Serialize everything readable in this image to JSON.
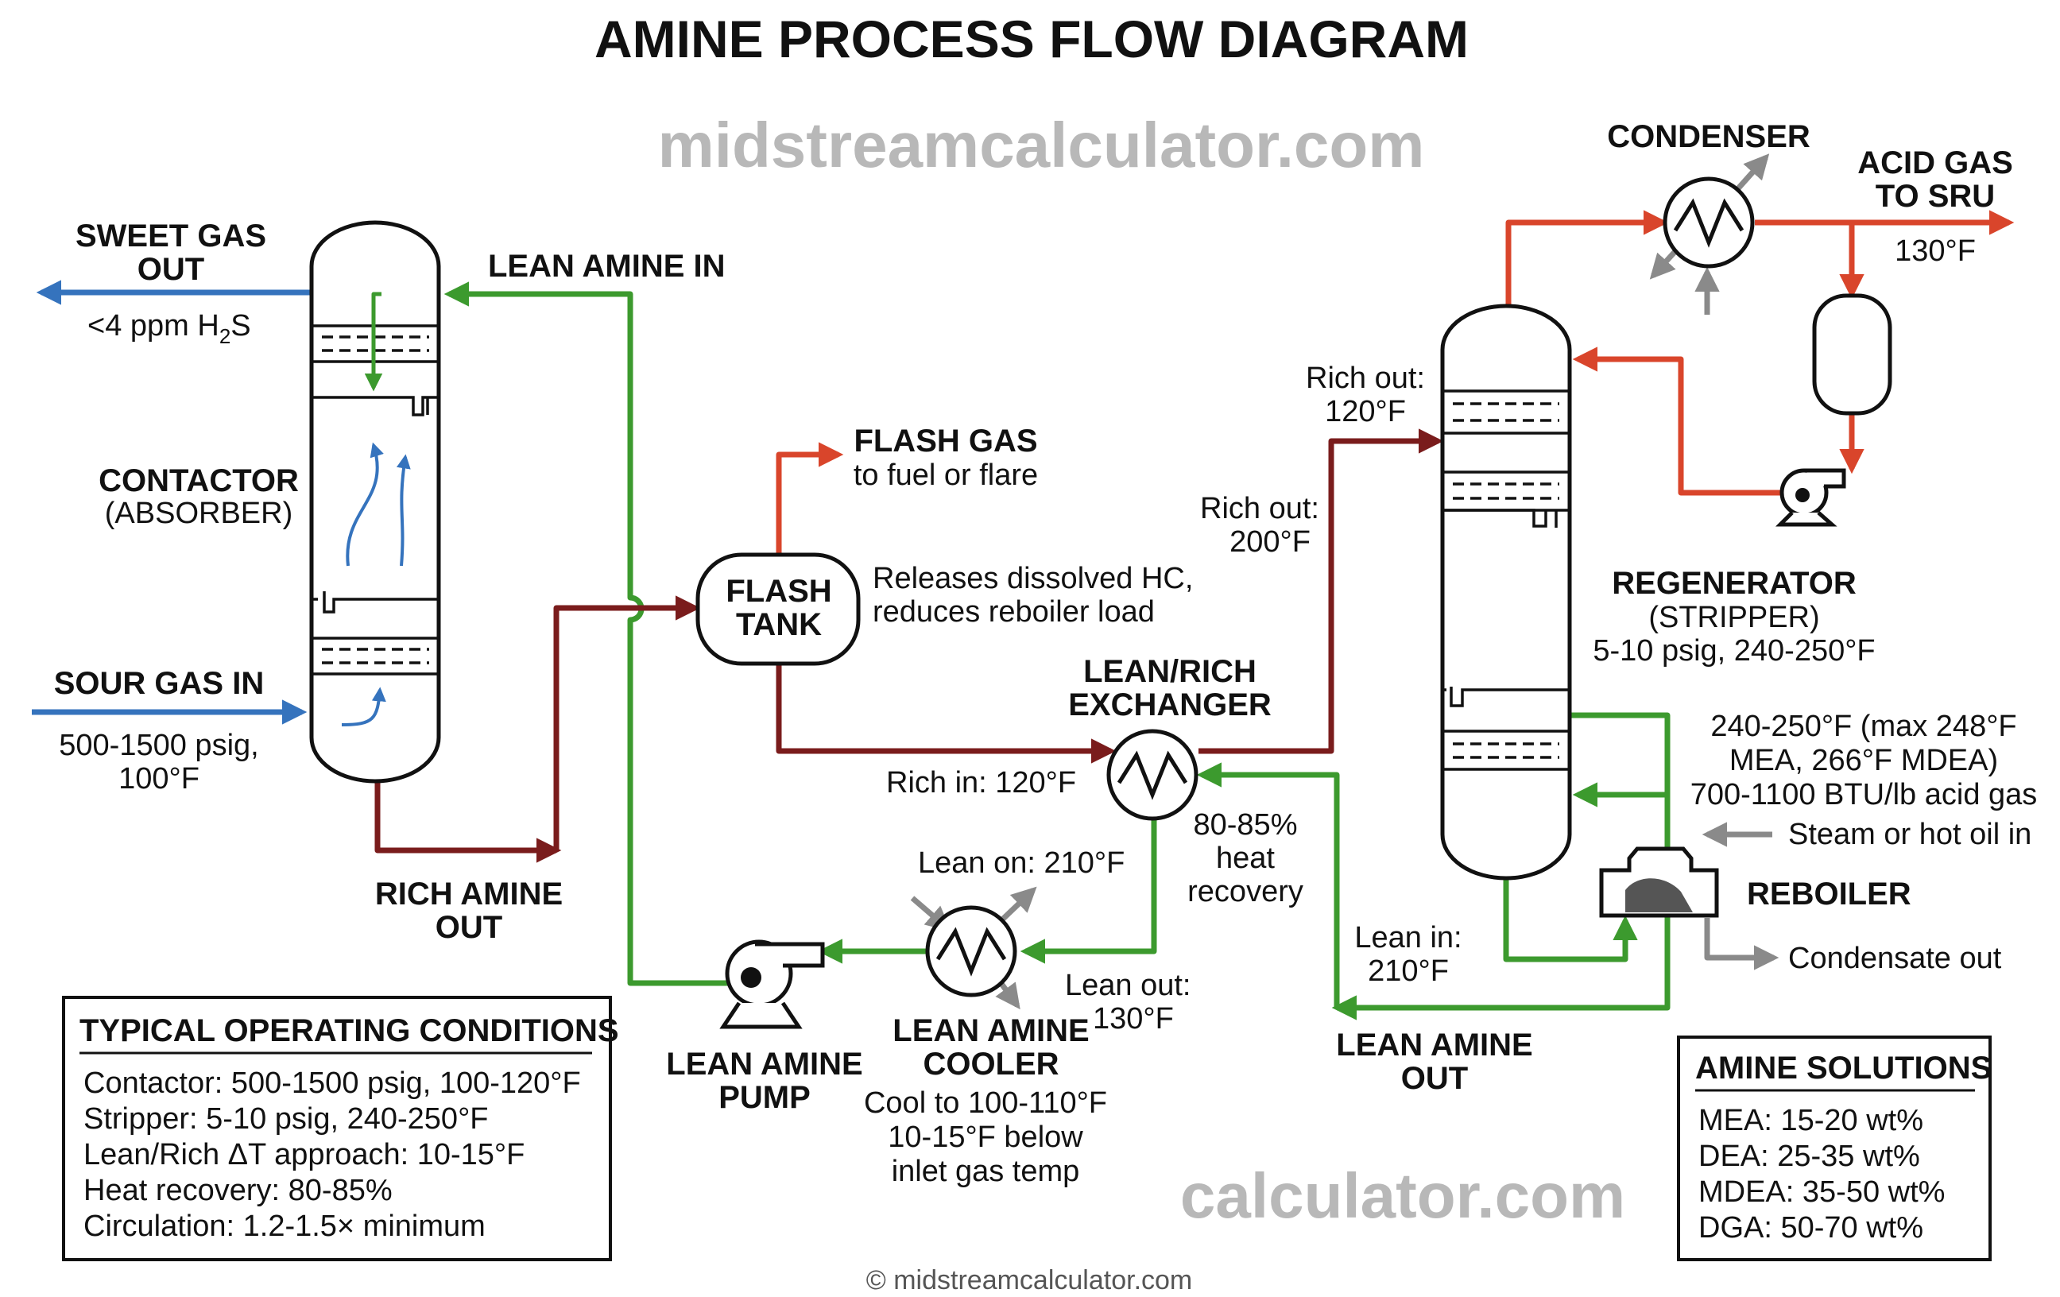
{
  "title": "AMINE PROCESS FLOW DIAGRAM",
  "watermarks": {
    "top": "midstreamcalculator.com",
    "bottom": "calculator.com",
    "footer": "© midstreamcalculator.com"
  },
  "colors": {
    "acid_gas": "#d9452b",
    "lean_amine": "#3c9a2e",
    "gas": "#3573bd",
    "rich_amine": "#7a1c1c",
    "utility": "#8a8a8a"
  },
  "contactor": {
    "sweet_gas_line1": "SWEET GAS",
    "sweet_gas_line2": "OUT",
    "sweet_gas_spec": "<4 ppm H",
    "sweet_gas_sub": "2",
    "sweet_gas_spec_end": "S",
    "lean_amine_in": "LEAN AMINE IN",
    "name_line1": "CONTACTOR",
    "name_line2": "(ABSORBER)",
    "sour_gas_in": "SOUR GAS IN",
    "sour_gas_spec1": "500-1500 psig,",
    "sour_gas_spec2": "100°F",
    "rich_amine_line1": "RICH AMINE",
    "rich_amine_line2": "OUT"
  },
  "flash_tank": {
    "name_line1": "FLASH",
    "name_line2": "TANK",
    "gas_line1": "FLASH GAS",
    "gas_line2": "to fuel or flare",
    "note_line1": "Releases dissolved HC,",
    "note_line2": "reduces reboiler load"
  },
  "exchanger": {
    "name_line1": "LEAN/RICH",
    "name_line2": "EXCHANGER",
    "rich_in": "Rich in: 120°F",
    "recovery_line1": "80-85%",
    "recovery_line2": "heat",
    "recovery_line3": "recovery",
    "lean_on": "Lean on: 210°F",
    "lean_out_line1": "Lean out:",
    "lean_out_line2": "130°F"
  },
  "cooler": {
    "name_line1": "LEAN AMINE",
    "name_line2": "COOLER",
    "note_line1": "Cool to 100-110°F",
    "note_line2": "10-15°F below",
    "note_line3": "inlet gas temp"
  },
  "pump": {
    "name_line1": "LEAN AMINE",
    "name_line2": "PUMP"
  },
  "regenerator": {
    "rich_out_a1": "Rich out:",
    "rich_out_a2": "120°F",
    "rich_out_b1": "Rich out:",
    "rich_out_b2": "200°F",
    "name_line1": "REGENERATOR",
    "name_line2": "(STRIPPER)",
    "name_line3": "5-10 psig, 240-250°F",
    "condenser": "CONDENSER",
    "acid_gas_line1": "ACID GAS",
    "acid_gas_line2": "TO SRU",
    "acid_gas_temp": "130°F",
    "lean_in_line1": "Lean in:",
    "lean_in_line2": "210°F",
    "lean_amine_out_line1": "LEAN AMINE",
    "lean_amine_out_line2": "OUT"
  },
  "reboiler": {
    "name": "REBOILER",
    "temp_line1": "240-250°F (max 248°F",
    "temp_line2": "MEA, 266°F MDEA)",
    "temp_line3": "700-1100 BTU/lb acid gas",
    "steam_in": "Steam or hot oil in",
    "condensate_out": "Condensate out"
  },
  "operating_conditions": {
    "title": "TYPICAL OPERATING CONDITIONS",
    "items": [
      "Contactor: 500-1500 psig, 100-120°F",
      "Stripper: 5-10 psig, 240-250°F",
      "Lean/Rich ΔT approach: 10-15°F",
      "Heat recovery: 80-85%",
      "Circulation: 1.2-1.5× minimum"
    ]
  },
  "amine_solutions": {
    "title": "AMINE SOLUTIONS",
    "items": [
      "MEA: 15-20 wt%",
      "DEA: 25-35 wt%",
      "MDEA: 35-50 wt%",
      "DGA: 50-70 wt%"
    ]
  }
}
